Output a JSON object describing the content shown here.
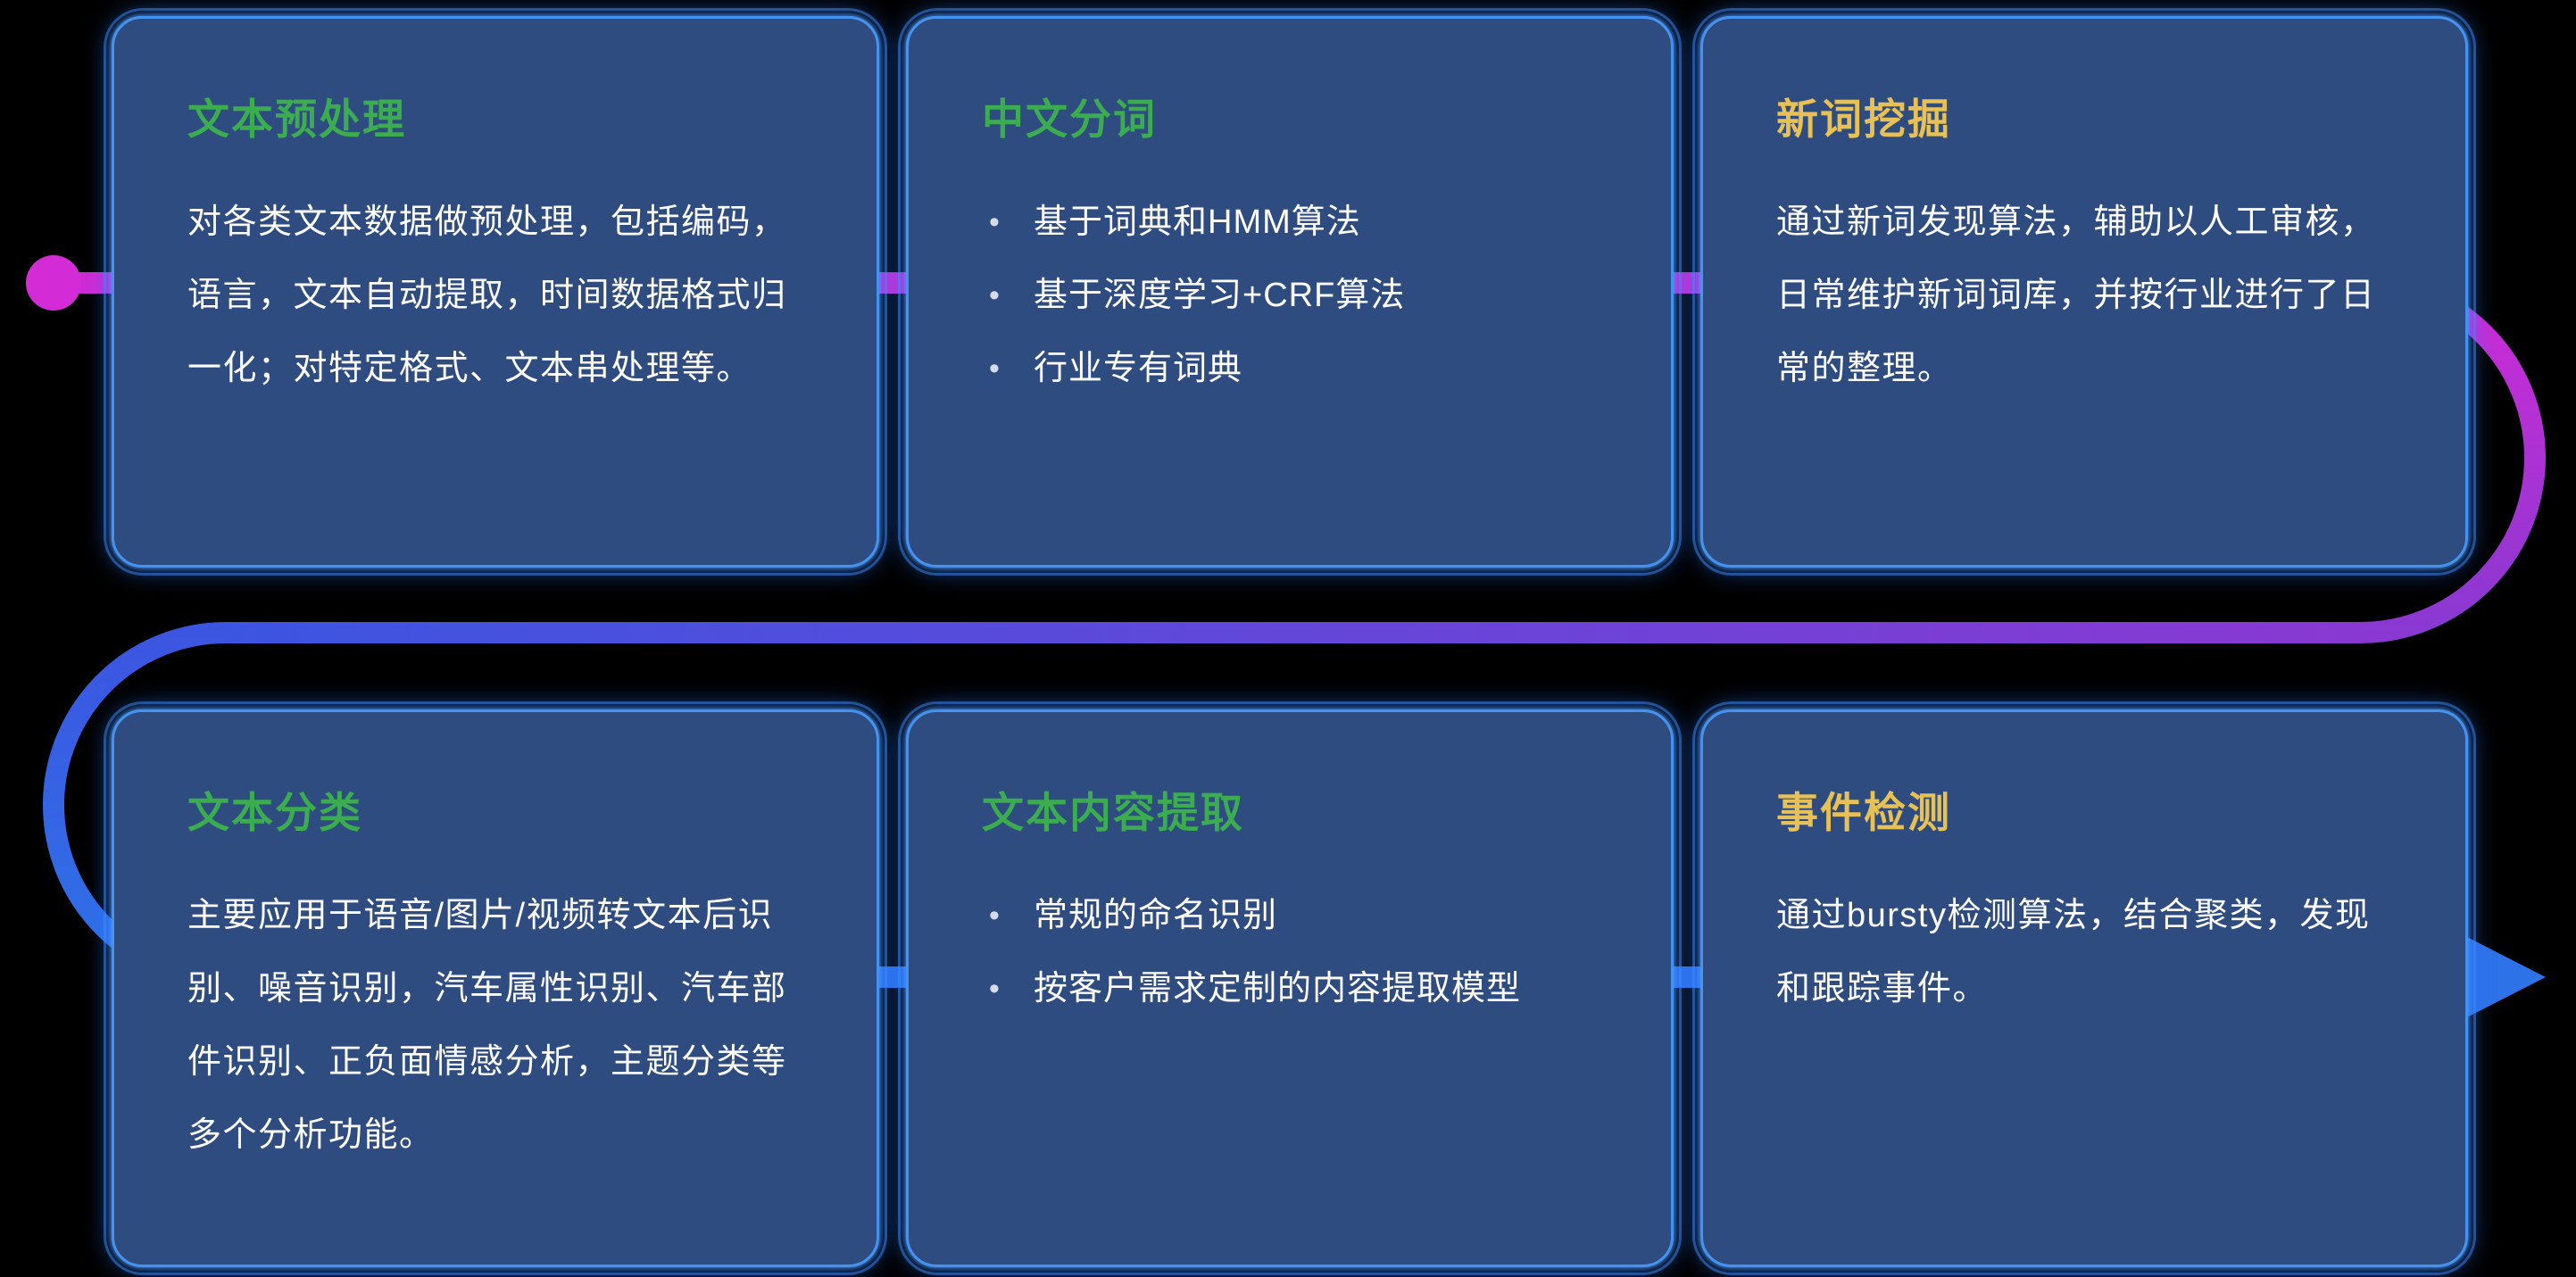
{
  "background_color": "#000000",
  "flow": {
    "start_dot_color": "#d32cd6",
    "row1_color": "#cf2bd4",
    "curve_right_top_color": "#cf2bd4",
    "curve_right_bottom_color": "#8939d2",
    "mid_right_color": "#8939d2",
    "mid_left_color": "#3c55e0",
    "curve_left_bottom_color": "#2e72e8",
    "row2_color": "#2e72e8",
    "arrow_color": "#2e72e8"
  },
  "card_style": {
    "background_color": "#2e4c80",
    "border_color": "#4593f0",
    "body_text_color": "#ffffff",
    "green_title_color": "#3bac4f",
    "gold_title_color": "#e7c155"
  },
  "cards": [
    {
      "title": "文本预处理",
      "title_color": "#3bac4f",
      "body": "对各类文本数据做预处理，包括编码，语言，文本自动提取，时间数据格式归一化；对特定格式、文本串处理等。"
    },
    {
      "title": "中文分词",
      "title_color": "#3bac4f",
      "bullets": [
        "基于词典和HMM算法",
        "基于深度学习+CRF算法",
        "行业专有词典"
      ]
    },
    {
      "title": "新词挖掘",
      "title_color": "#e7c155",
      "body": "通过新词发现算法，辅助以人工审核，日常维护新词词库，并按行业进行了日常的整理。"
    },
    {
      "title": "文本分类",
      "title_color": "#3bac4f",
      "body": "主要应用于语音/图片/视频转文本后识别、噪音识别，汽车属性识别、汽车部件识别、正负面情感分析，主题分类等多个分析功能。"
    },
    {
      "title": "文本内容提取",
      "title_color": "#3bac4f",
      "bullets": [
        "常规的命名识别",
        "按客户需求定制的内容提取模型"
      ]
    },
    {
      "title": "事件检测",
      "title_color": "#e7c155",
      "body": "通过bursty检测算法，结合聚类，发现和跟踪事件。"
    }
  ]
}
